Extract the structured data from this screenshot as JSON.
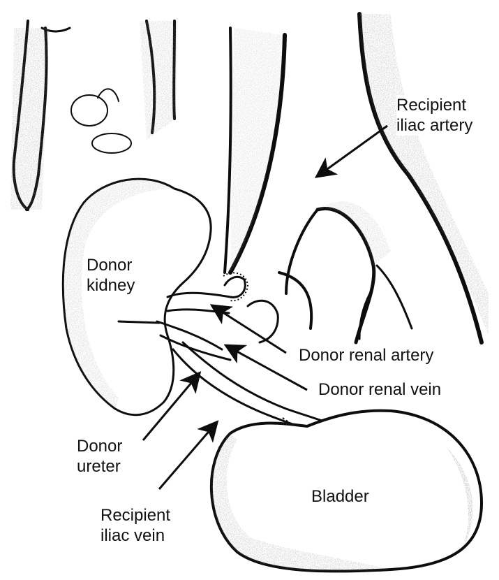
{
  "labels": {
    "recipient_iliac_artery": [
      "Recipient",
      "iliac artery"
    ],
    "donor_kidney": [
      "Donor",
      "kidney"
    ],
    "donor_renal_artery": "Donor renal artery",
    "donor_renal_vein": "Donor renal vein",
    "donor_ureter": [
      "Donor",
      "ureter"
    ],
    "bladder": "Bladder",
    "recipient_iliac_vein": [
      "Recipient",
      "iliac vein"
    ]
  },
  "colors": {
    "ink": "#0d0d0d",
    "shade": "#9a9a9a",
    "background": "#ffffff"
  }
}
